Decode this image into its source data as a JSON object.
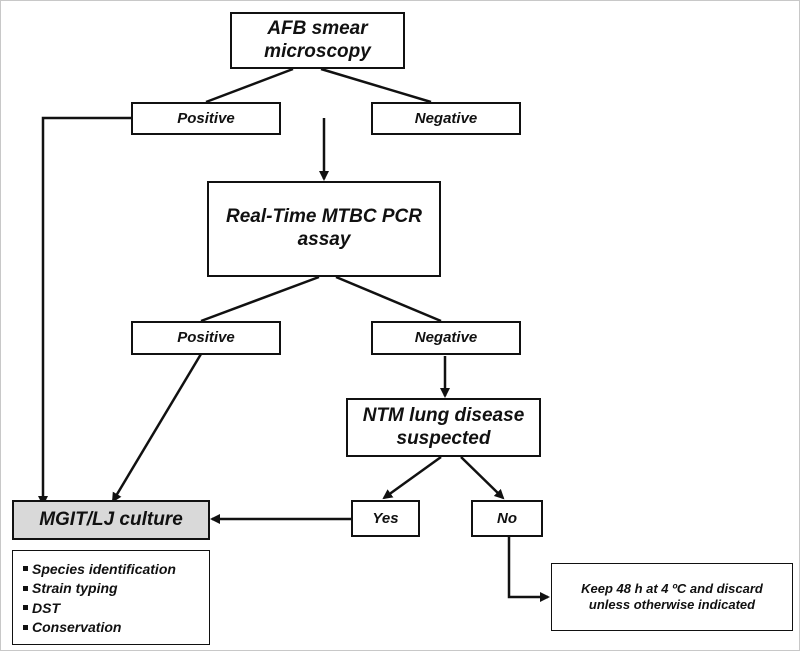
{
  "nodes": {
    "afb_smear": {
      "line1": "AFB smear",
      "line2": "microscopy"
    },
    "top_positive": "Positive",
    "top_negative": "Negative",
    "pcr_assay": {
      "line1": "Real-Time MTBC PCR",
      "line2": "assay"
    },
    "pcr_positive": "Positive",
    "pcr_negative": "Negative",
    "ntm_suspected": {
      "line1": "NTM lung disease",
      "line2": "suspected"
    },
    "culture": "MGIT/LJ culture",
    "yes": "Yes",
    "no": "No"
  },
  "culture_followups": [
    "Species identification",
    "Strain typing",
    "DST",
    "Conservation"
  ],
  "keep_note": {
    "line1": "Keep 48 h at 4 ºC and  discard",
    "line2": "unless otherwise indicated"
  }
}
